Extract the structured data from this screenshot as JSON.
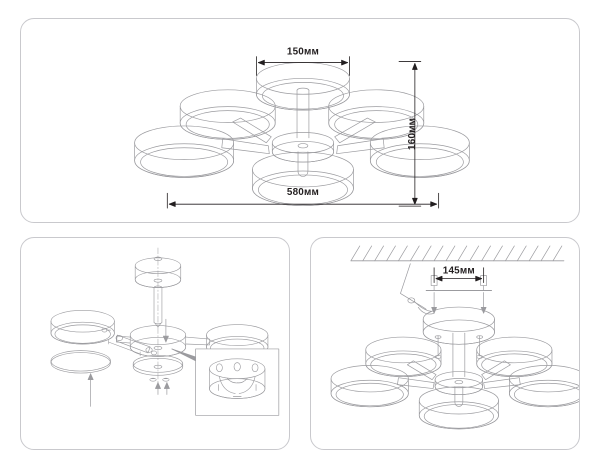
{
  "document": {
    "kind": "technical-dimension-drawing",
    "product": "5-arm drum shade ceiling chandelier",
    "background_color": "#ffffff",
    "line_color": "#9b9b9f",
    "border_color": "#c9c9cd",
    "text_color": "#231f20"
  },
  "panels": {
    "main": {
      "name": "main-product-dimensions",
      "dimensions": {
        "top_width": {
          "value": "150",
          "unit": "мм",
          "full": "150мм",
          "orientation": "horizontal"
        },
        "right_height": {
          "value": "160",
          "unit": "мм",
          "full": "160мм",
          "orientation": "vertical"
        },
        "bottom_width": {
          "value": "580",
          "unit": "мм",
          "full": "580мм",
          "orientation": "horizontal"
        }
      },
      "figure": {
        "type": "chandelier-isometric",
        "shade_count": 5,
        "parts": [
          "ceiling-cup",
          "vertical-rod",
          "center-hub",
          "arms",
          "drum-shades"
        ]
      }
    },
    "assembly": {
      "name": "exploded-assembly-view",
      "figure": {
        "type": "chandelier-exploded",
        "shade_count": 3,
        "parts": [
          "ceiling-cup",
          "rod",
          "hub",
          "diffuser-ring",
          "shade-ring",
          "screws",
          "arm"
        ],
        "callout": {
          "name": "wiring-detail-callout",
          "content": "hub-terminal-wiring"
        },
        "arrows": [
          "assembly-arrow-up-left",
          "assembly-arrow-down-rod",
          "assembly-arrow-up-center",
          "assembly-arrow-arm"
        ]
      }
    },
    "install": {
      "name": "ceiling-installation-view",
      "dimensions": {
        "bracket_spacing": {
          "value": "145",
          "unit": "мм",
          "full": "145мм",
          "orientation": "horizontal"
        }
      },
      "figure": {
        "type": "chandelier-mounted-to-ceiling",
        "shade_count": 5,
        "parts": [
          "hatched-ceiling",
          "mounting-bracket",
          "anchor-screws",
          "safety-hook",
          "ceiling-cup",
          "rod",
          "hub",
          "drum-shades"
        ]
      }
    }
  }
}
